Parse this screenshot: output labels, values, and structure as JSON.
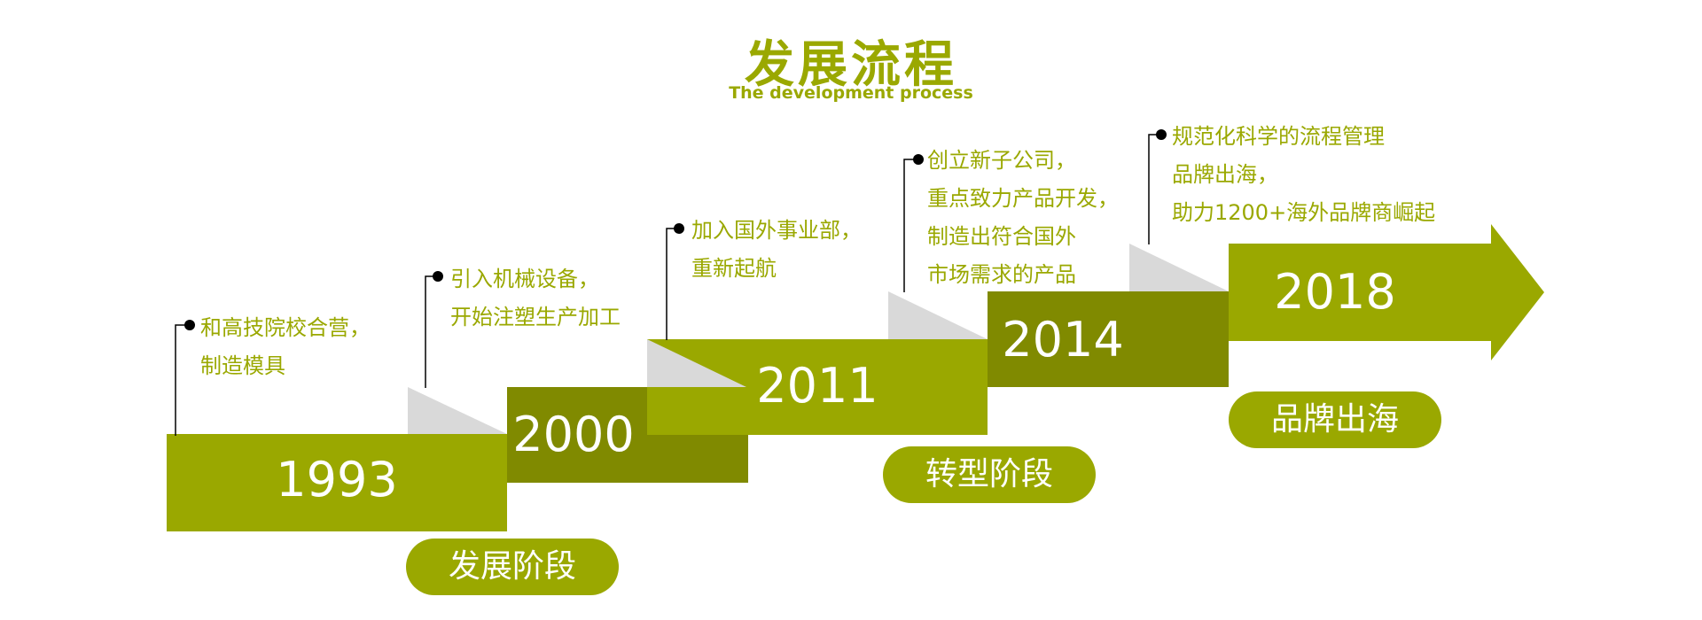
{
  "header": {
    "title": "发展流程",
    "subtitle": "The development process"
  },
  "colors": {
    "light_olive": "#9aa800",
    "dark_olive": "#808a00",
    "fold_gray": "#d9d9d9",
    "bullet": "#000000"
  },
  "milestones": [
    {
      "year": "1993",
      "lines": [
        "和高技院校合营，",
        "制造模具"
      ]
    },
    {
      "year": "2000",
      "lines": [
        "引入机械设备，",
        "开始注塑生产加工"
      ]
    },
    {
      "year": "2011",
      "lines": [
        "加入国外事业部，",
        "重新起航"
      ]
    },
    {
      "year": "2014",
      "lines": [
        "创立新子公司，",
        "重点致力产品开发，",
        "制造出符合国外",
        "市场需求的产品"
      ]
    },
    {
      "year": "2018",
      "lines": [
        "规范化科学的流程管理",
        "品牌出海，",
        "助力1200+海外品牌商崛起"
      ]
    }
  ],
  "phases": [
    {
      "label": "发展阶段"
    },
    {
      "label": "转型阶段"
    },
    {
      "label": "品牌出海"
    }
  ]
}
